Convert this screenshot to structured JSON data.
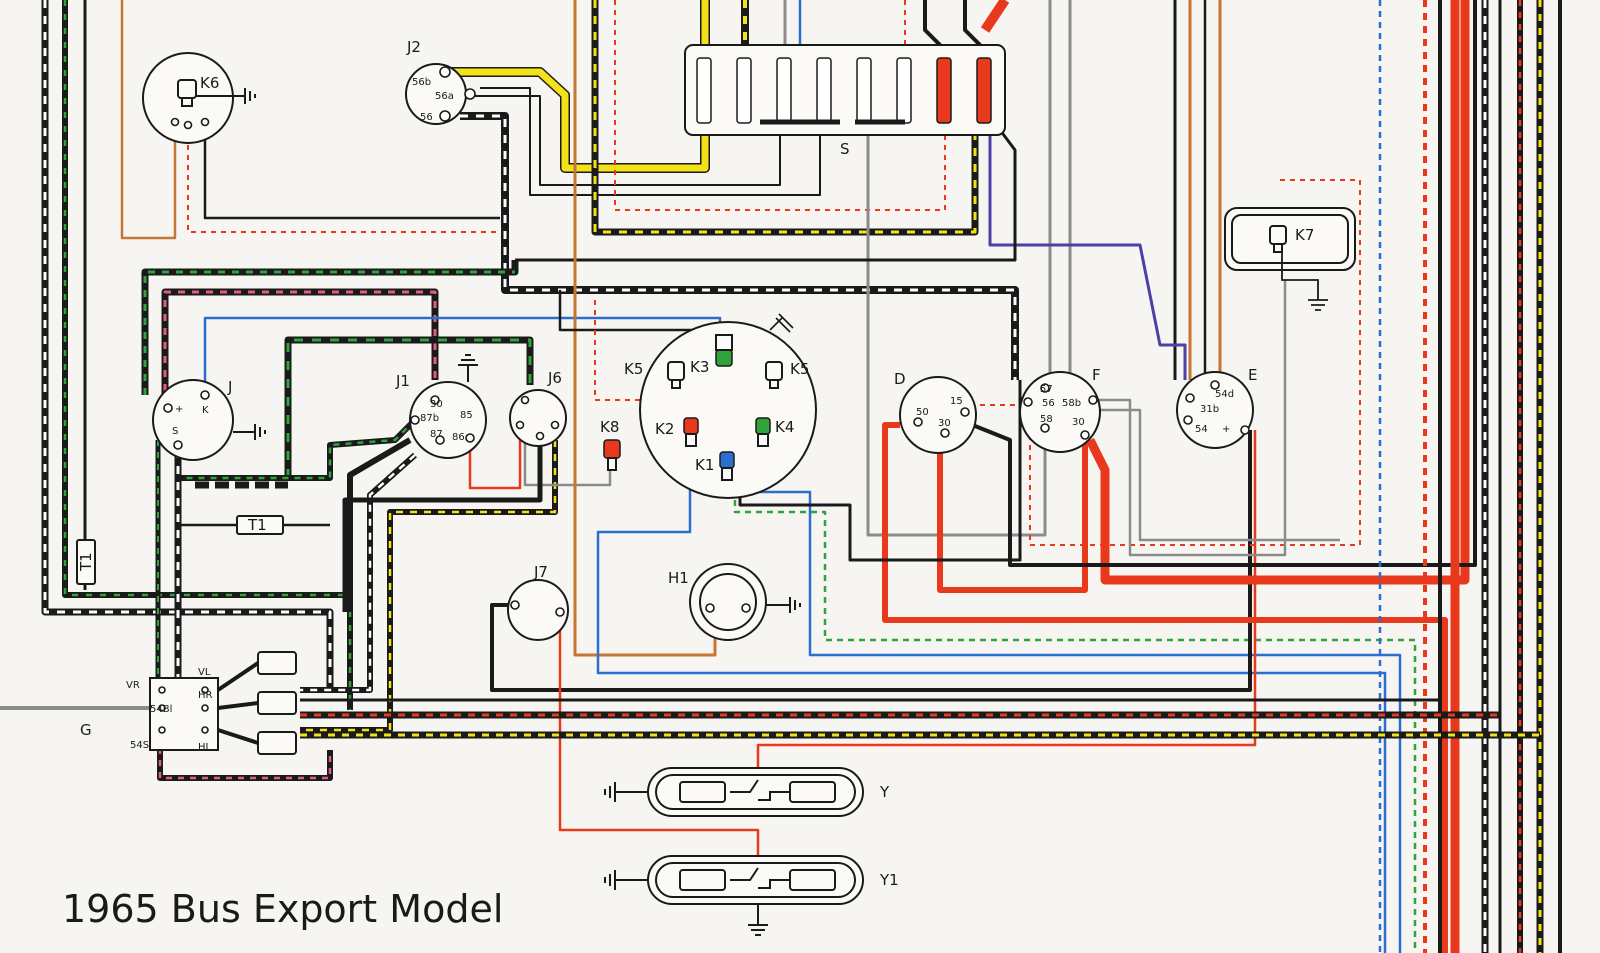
{
  "title": "1965 Bus Export Model",
  "colors": {
    "black": "#1a1a1a",
    "red": "#e8391c",
    "yellow": "#f3e21a",
    "green": "#2fa33c",
    "blue": "#2a6fd0",
    "brown": "#c47632",
    "grey": "#8b8b8b",
    "violet": "#4d3fa8",
    "pink": "#e05a8a",
    "white": "#ffffff"
  },
  "components": {
    "k6": "K6",
    "j2": "J2",
    "s": "S",
    "k7": "K7",
    "j": "J",
    "j1": "J1",
    "j6": "J6",
    "k8": "K8",
    "k5a": "K5",
    "k3": "K3",
    "k5b": "K5",
    "k2": "K2",
    "k4": "K4",
    "k1": "K1",
    "d": "D",
    "f": "F",
    "e": "E",
    "t1a": "T1",
    "t1b": "T1",
    "j7": "J7",
    "h1": "H1",
    "g": "G",
    "y": "Y",
    "y1": "Y1"
  },
  "pins": {
    "j2_56b": "56b",
    "j2_56a": "56a",
    "j2_56": "56",
    "j_plus": "+",
    "j_k": "K",
    "j_s": "S",
    "j1_30": "30",
    "j1_87b": "87b",
    "j1_85": "85",
    "j1_87": "87",
    "j1_86": "86",
    "d_50": "50",
    "d_15": "15",
    "d_30": "30",
    "f_57": "57",
    "f_56": "56",
    "f_58b": "58b",
    "f_58": "58",
    "f_30": "30",
    "e_54d": "54d",
    "e_31b": "31b",
    "e_54": "54",
    "e_plus": "+",
    "g_vr": "VR",
    "g_vl": "VL",
    "g_54bl": "54Bl",
    "g_hr": "HR",
    "g_54sl": "54Sl",
    "g_hl": "HL"
  }
}
